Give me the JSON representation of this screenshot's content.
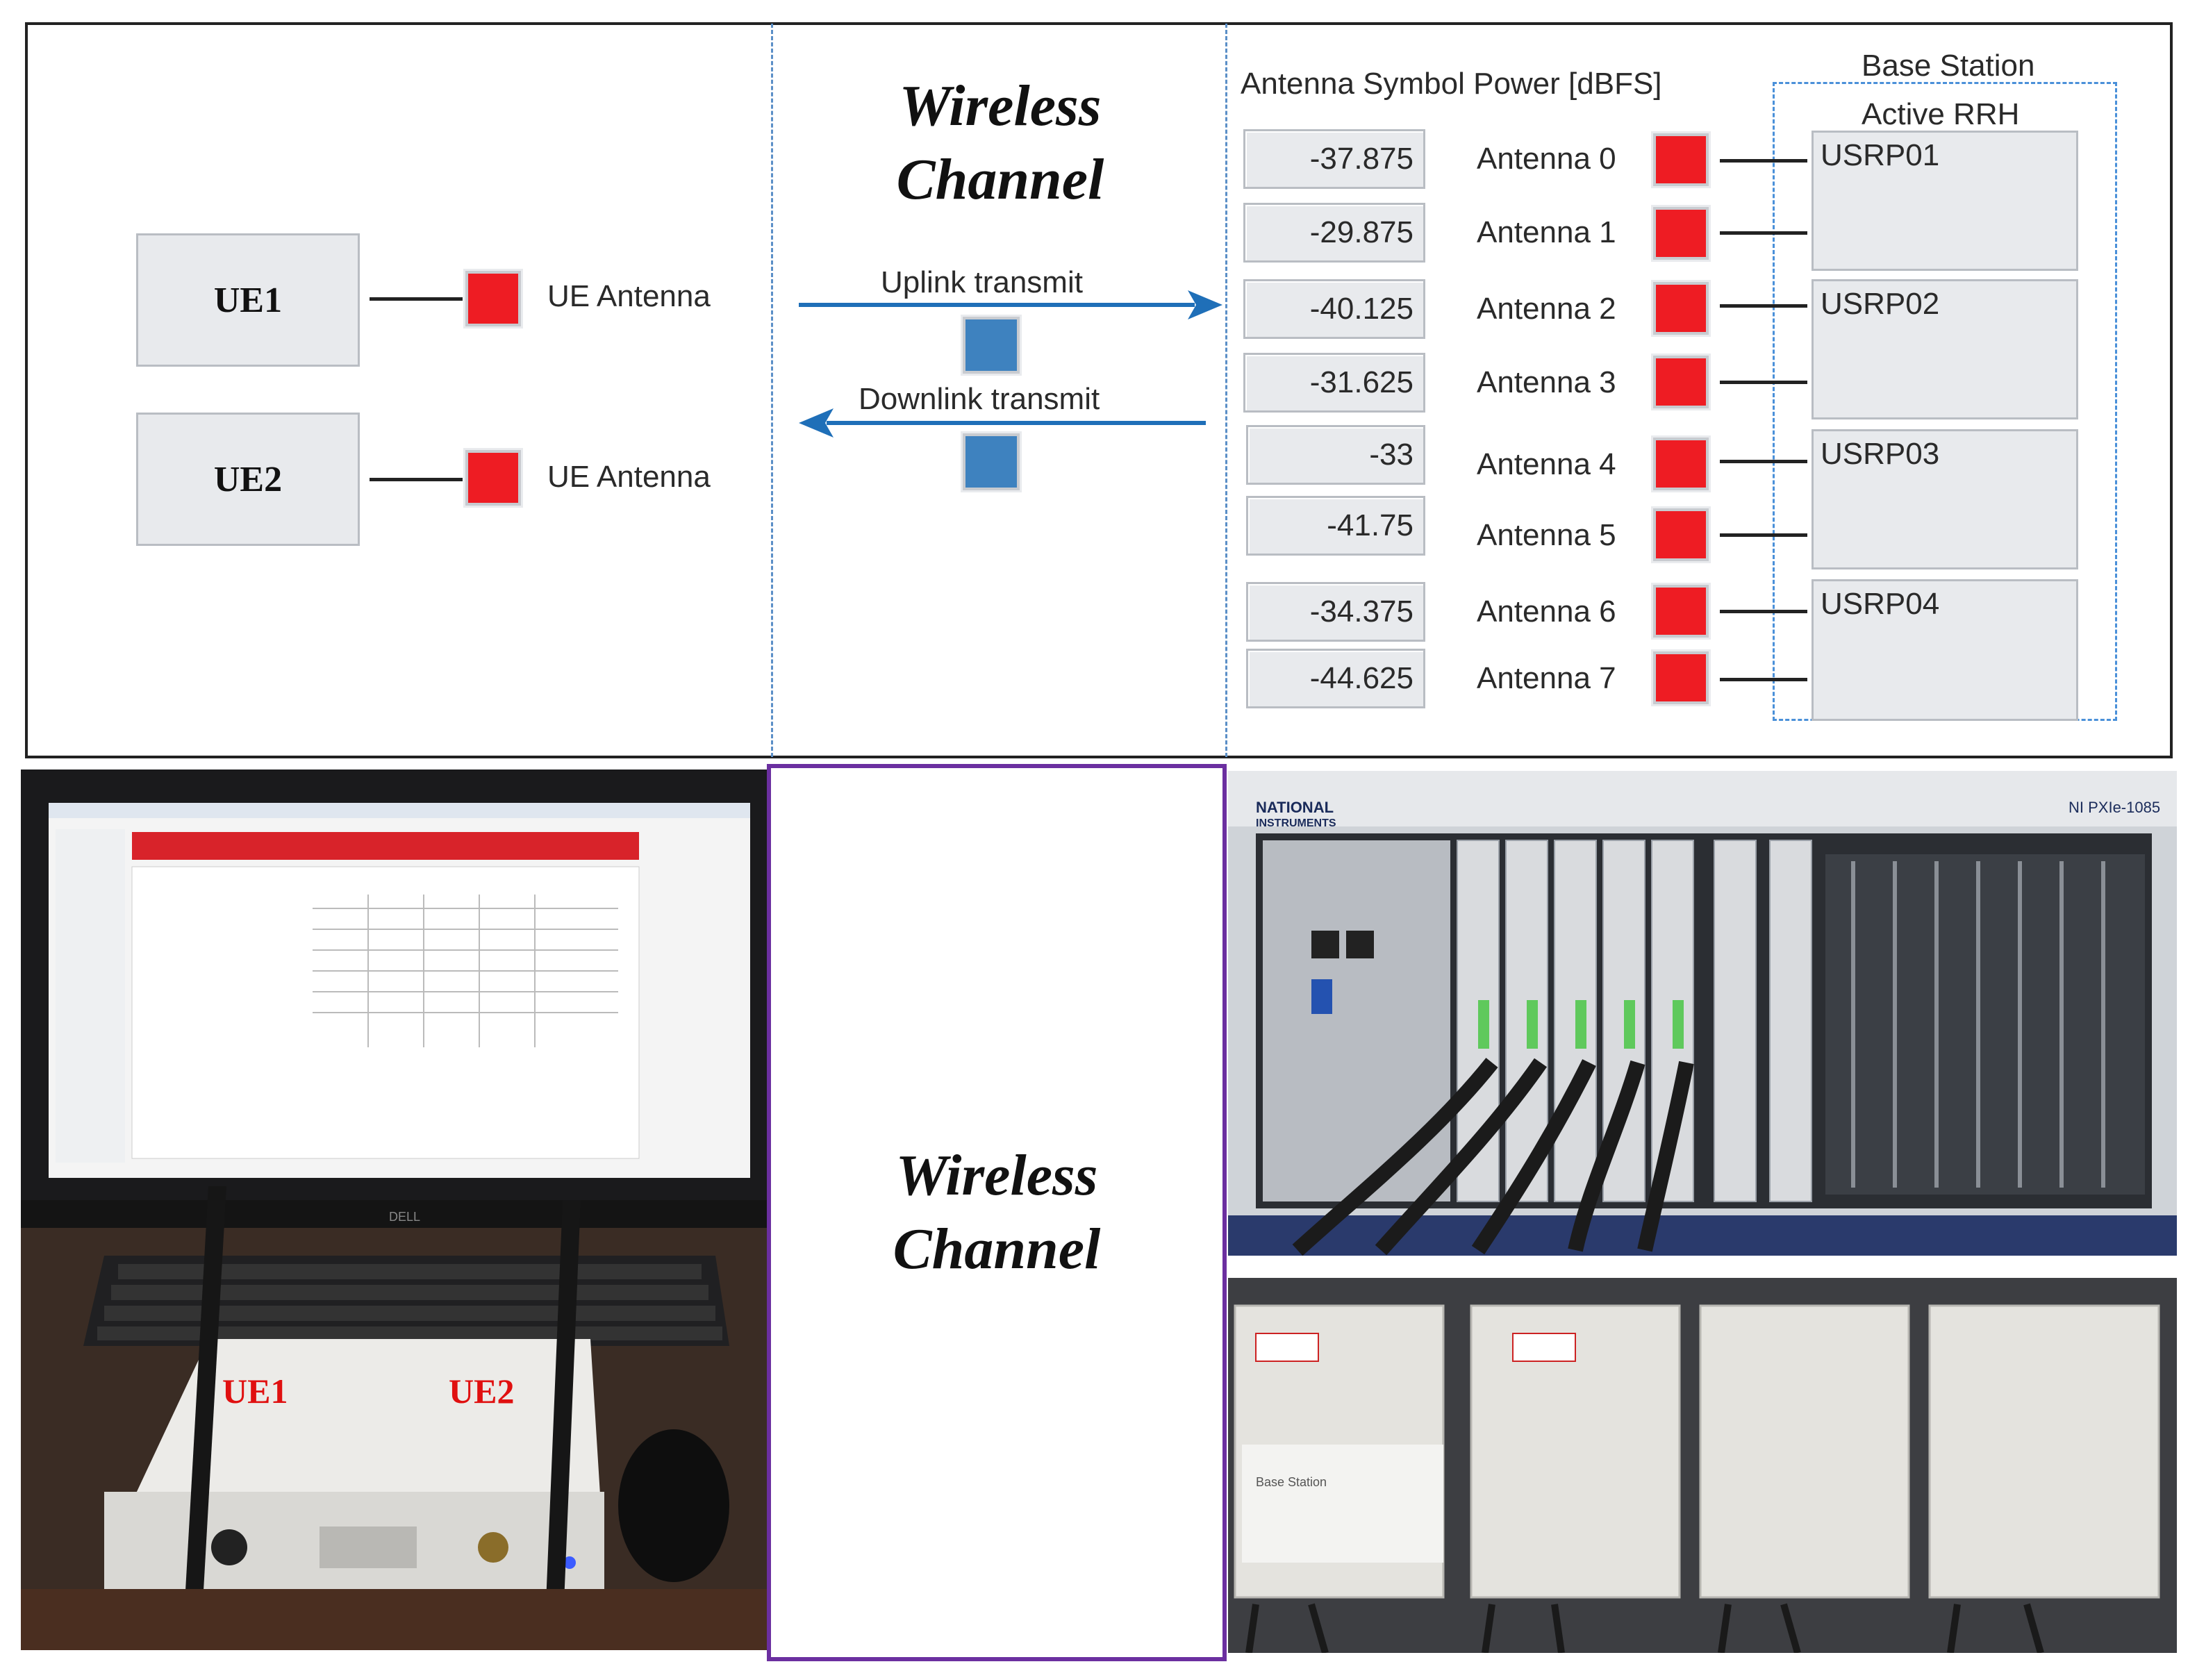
{
  "diagram": {
    "ue": [
      {
        "name": "UE1",
        "antenna_label": "UE Antenna"
      },
      {
        "name": "UE2",
        "antenna_label": "UE Antenna"
      }
    ],
    "channel": {
      "title_line1": "Wireless",
      "title_line2": "Channel",
      "uplink_label": "Uplink transmit",
      "downlink_label": "Downlink transmit"
    },
    "power_header": "Antenna Symbol Power [dBFS]",
    "base_station_label": "Base Station",
    "active_rrh_label": "Active RRH",
    "antennas": [
      {
        "value": "-37.875",
        "label": "Antenna 0"
      },
      {
        "value": "-29.875",
        "label": "Antenna 1"
      },
      {
        "value": "-40.125",
        "label": "Antenna 2"
      },
      {
        "value": "-31.625",
        "label": "Antenna 3"
      },
      {
        "value": "-33",
        "label": "Antenna 4"
      },
      {
        "value": "-41.75",
        "label": "Antenna 5"
      },
      {
        "value": "-34.375",
        "label": "Antenna 6"
      },
      {
        "value": "-44.625",
        "label": "Antenna 7"
      }
    ],
    "usrps": [
      "USRP01",
      "USRP02",
      "USRP03",
      "USRP04"
    ],
    "colors": {
      "antenna_active": "#ee1c23",
      "transmit_indicator": "#3e82bf",
      "arrow": "#1f6fb8",
      "channel_frame": "#6b2fa0"
    }
  },
  "photos": {
    "ue_photo": {
      "label_ue1": "UE1",
      "label_ue2": "UE2"
    },
    "middle": {
      "title_line1": "Wireless",
      "title_line2": "Channel"
    },
    "chassis": {
      "brand": "NATIONAL INSTRUMENTS",
      "model": "NI PXIe-1085"
    },
    "rrh_label": "Base Station"
  }
}
